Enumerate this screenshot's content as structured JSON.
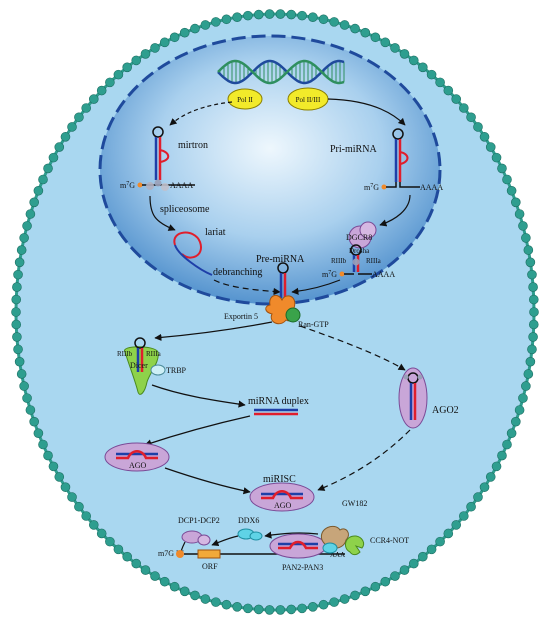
{
  "colors": {
    "cell_fill": "#a9d7f0",
    "membrane_bead": "#2e9e8f",
    "nucleus_fill": "#7fb3e0",
    "nucleus_dash": "#1f4a9c",
    "pol_fill": "#f2ea2a",
    "rna_blue": "#1e3fa8",
    "rna_red": "#e01e2c",
    "ago_fill": "#c9a6d8",
    "dicer_fill": "#8ed24a",
    "exportin_fill": "#f08a2b",
    "rangtp_fill": "#3aa34a"
  },
  "labels": {
    "pol2": "Pol II",
    "pol3": "Pol II/III",
    "mirtron": "mirtron",
    "m7g_a": "m",
    "m7g_sup": "7",
    "m7g_b": "G",
    "aaaa": "AAAA",
    "spliceosome": "spliceosome",
    "lariat": "lariat",
    "debranching": "debranching",
    "pri_mirna": "Pri-miRNA",
    "dgcr8": "DGCR8",
    "drosha": "Drosha",
    "riiib": "RIIIb",
    "riiia": "RIIIa",
    "pre_mirna": "Pre-miRNA",
    "exportin": "Exportin 5",
    "rangtp": "Ran-GTP",
    "dicer": "Dicer",
    "trbp": "TRBP",
    "duplex": "miRNA duplex",
    "ago": "AGO",
    "ago2": "AGO2",
    "mirisc": "miRISC",
    "dcp": "DCP1-DCP2",
    "ddx6": "DDX6",
    "gw182": "GW182",
    "ccr4": "CCR4-NOT",
    "pan": "PAN2-PAN3",
    "orf": "ORF",
    "m7g_plain": "m7G",
    "aaa": "AAA"
  }
}
